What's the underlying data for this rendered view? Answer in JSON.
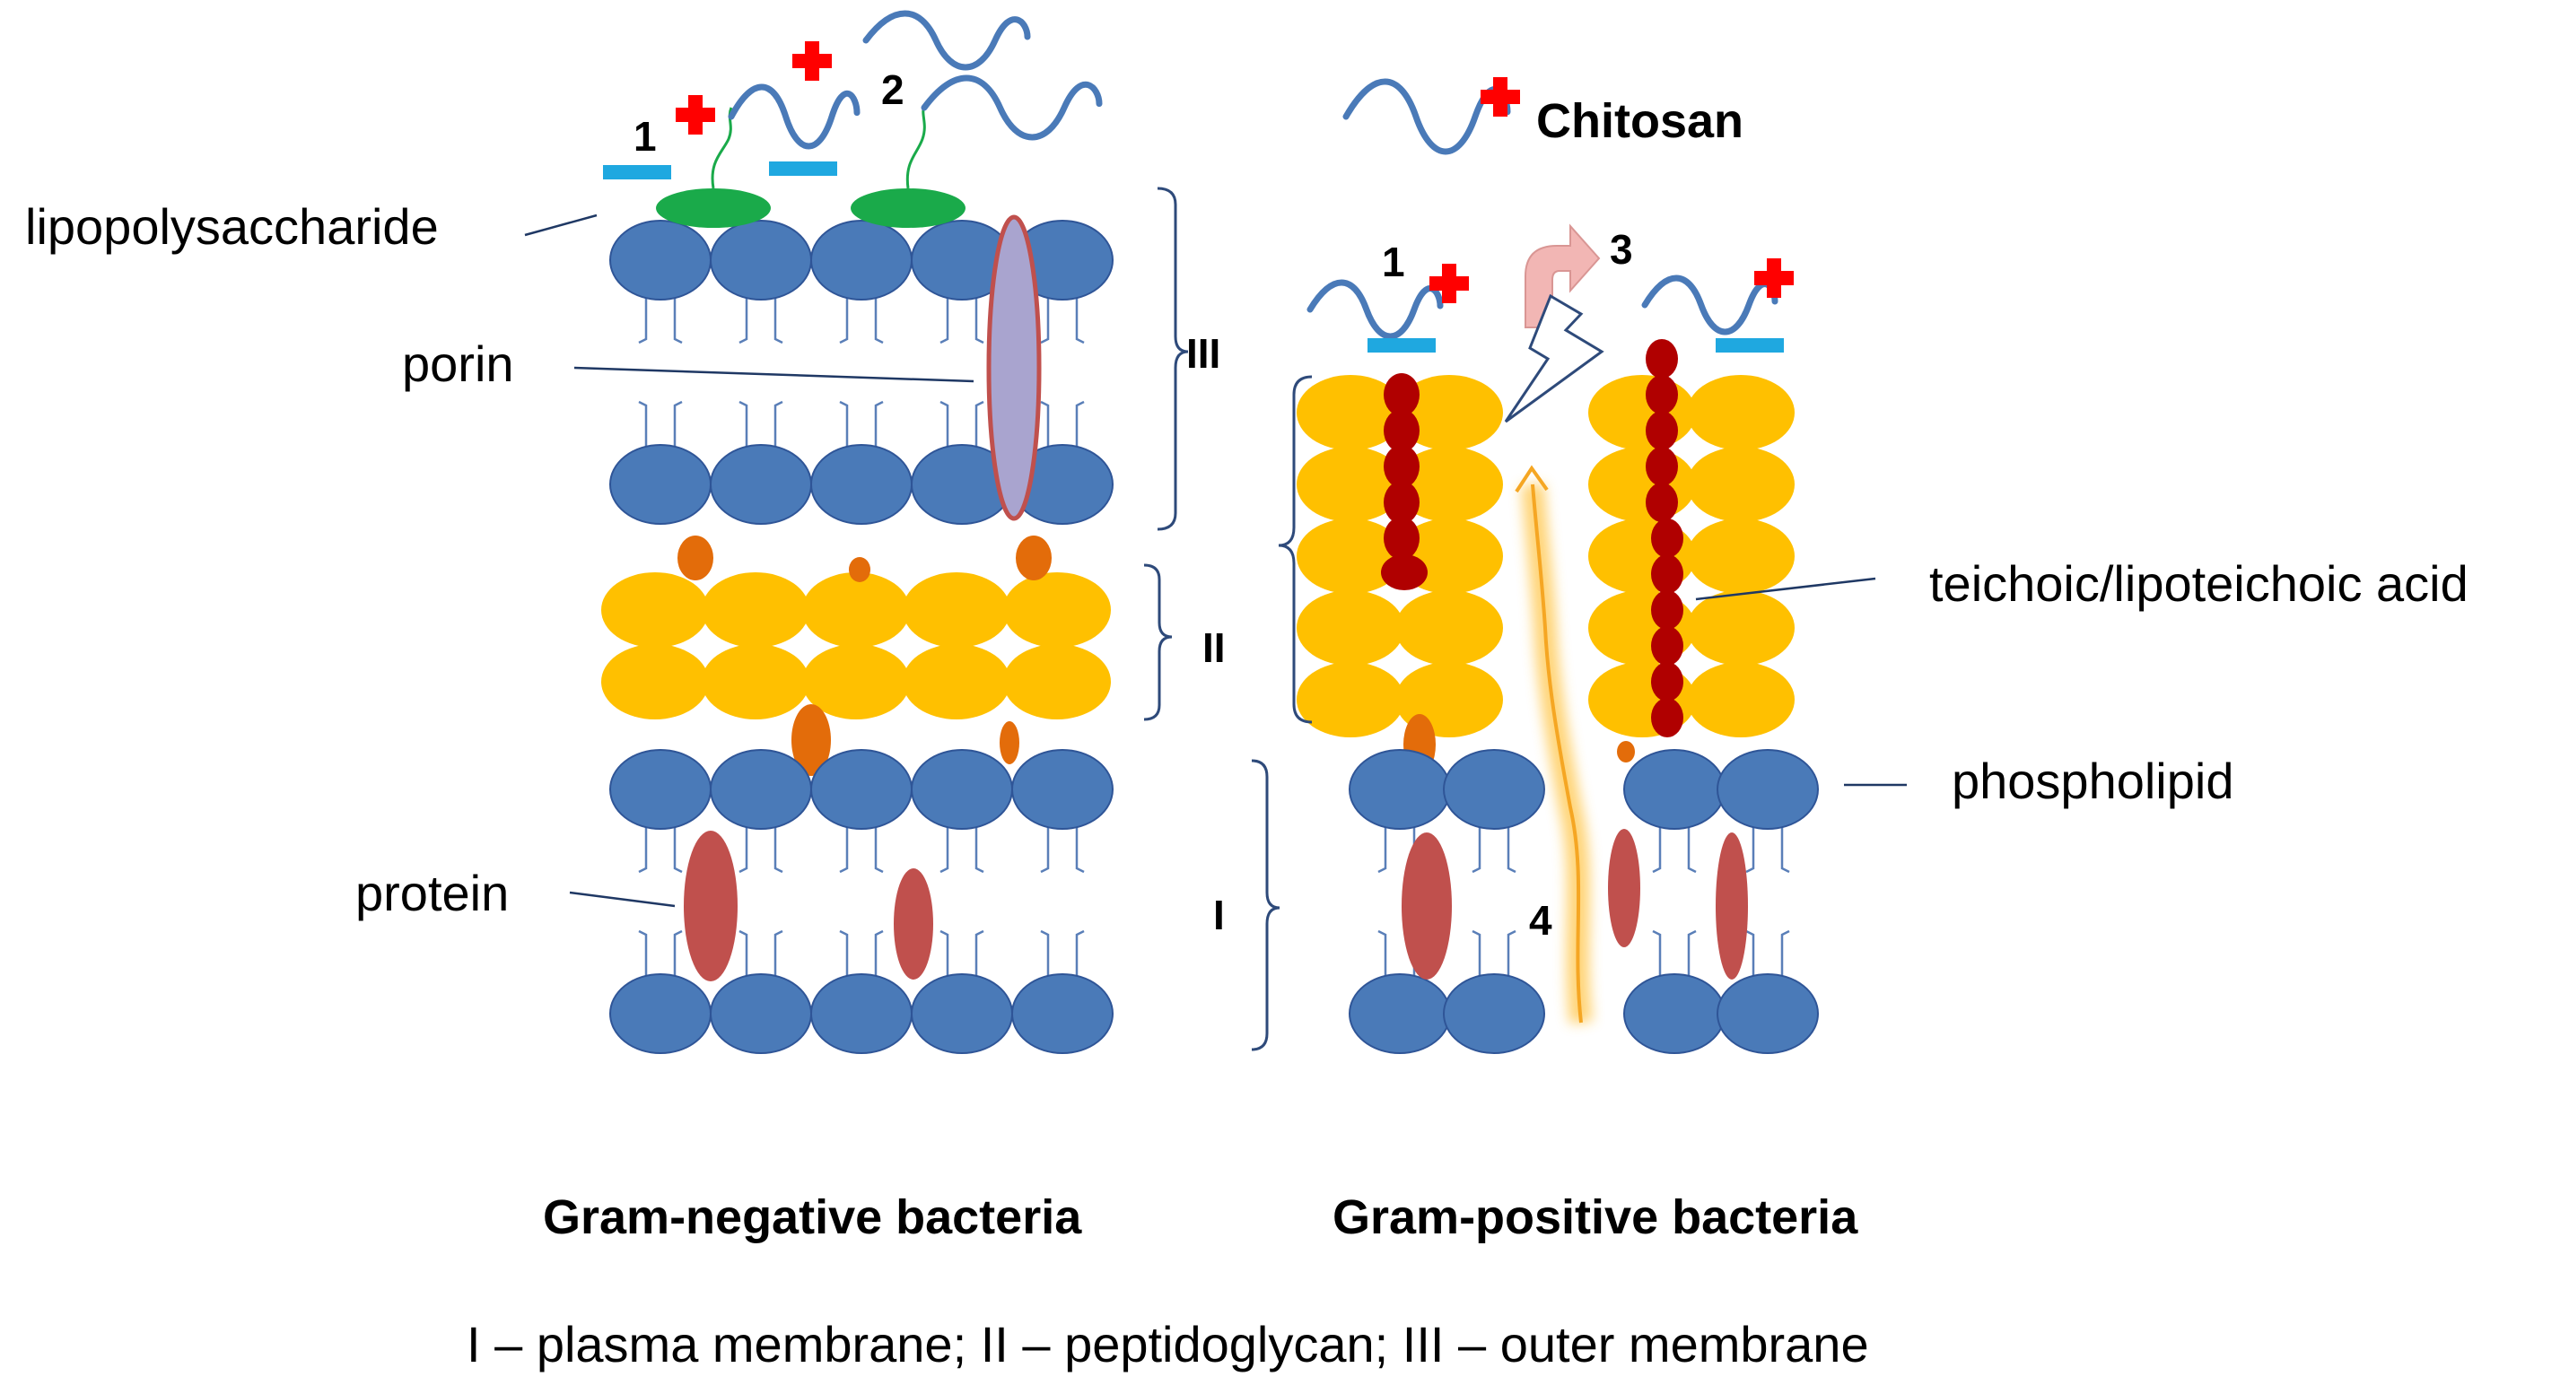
{
  "labels": {
    "lipopolysaccharide": "lipopolysaccharide",
    "porin": "porin",
    "protein": "protein",
    "teichoic": "teichoic/lipoteichoic acid",
    "phospholipid": "phospholipid",
    "chitosan": "Chitosan"
  },
  "roman": {
    "i": "I",
    "ii": "II",
    "iii": "III"
  },
  "steps": {
    "s1a": "1",
    "s1b": "1",
    "s2": "2",
    "s3": "3",
    "s4": "4"
  },
  "captions": {
    "gram_negative": "Gram-negative bacteria",
    "gram_positive": "Gram-positive bacteria",
    "legend": "I – plasma membrane; II – peptidoglycan; III – outer membrane"
  },
  "colors": {
    "phospholipid_head": "#4a7ab8",
    "peptidoglycan": "#ffc000",
    "teichoic_acid": "#b00000",
    "protein": "#c0504d",
    "porin": "#a9a4cf",
    "lps": "#1aaa4a",
    "chitosan_strand": "#4a7ab8",
    "positive_charge": "#ff0000",
    "negative_charge": "#1fa8e0",
    "orange_particle": "#e36c0a"
  }
}
